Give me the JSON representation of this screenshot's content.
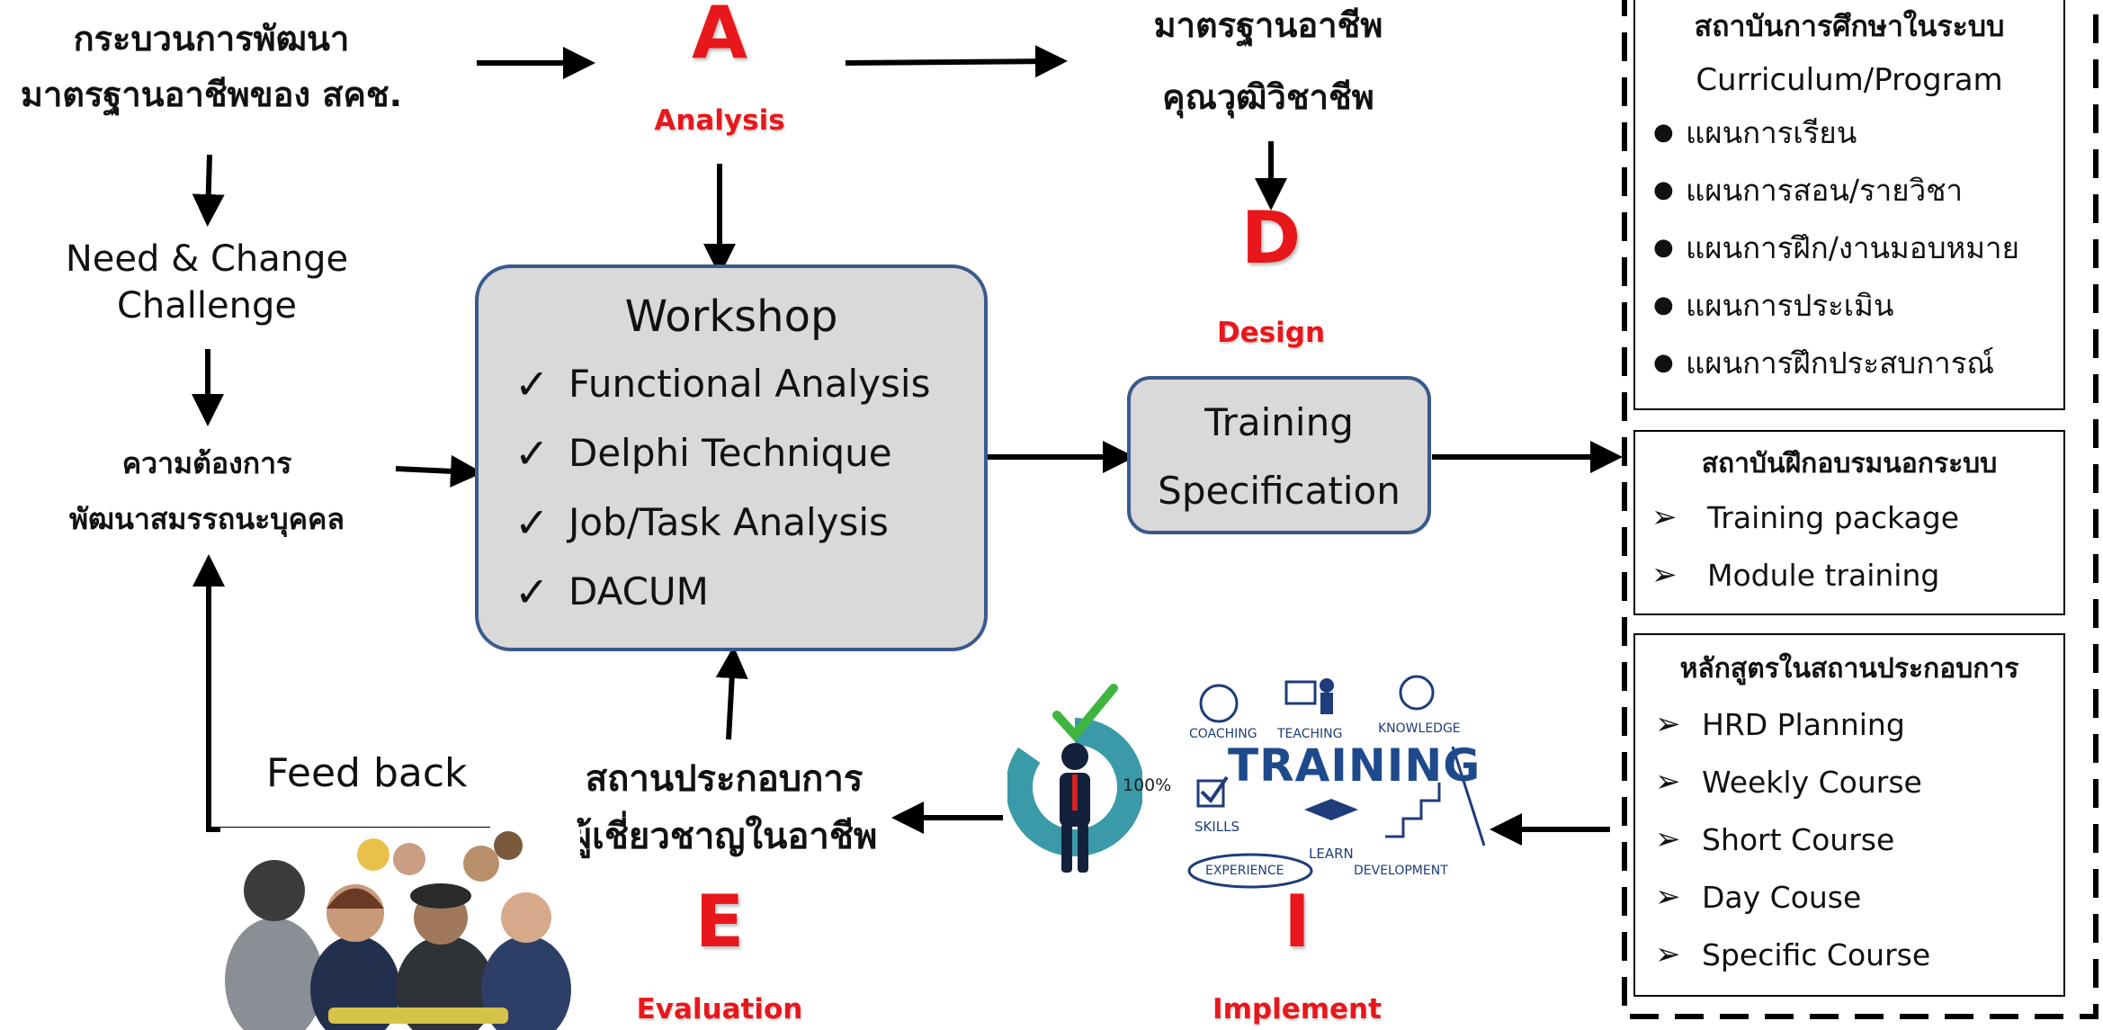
{
  "top_left": {
    "line1": "กระบวนการพัฒนา",
    "line2": "มาตรฐานอาชีพของ สคช."
  },
  "need_change": {
    "line1": "Need & Change",
    "line2": "Challenge"
  },
  "demand": {
    "line1": "ความต้องการ",
    "line2": "พัฒนาสมรรถนะบุคคล"
  },
  "feedback": "Feed back",
  "phases": {
    "analysis": {
      "letter": "A",
      "label": "Analysis"
    },
    "design": {
      "letter": "D",
      "label": "Design"
    },
    "evaluation": {
      "letter": "E",
      "label": "Evaluation"
    },
    "implement": {
      "letter": "I",
      "label": "Implement"
    }
  },
  "standard": {
    "line1": "มาตรฐานอาชีพ",
    "line2": "คุณวุฒิวิชาชีพ"
  },
  "workshop": {
    "title": "Workshop",
    "items": [
      "Functional Analysis",
      "Delphi Technique",
      "Job/Task Analysis",
      "DACUM"
    ]
  },
  "training_spec": {
    "line1": "Training",
    "line2": "Specification"
  },
  "workplace": {
    "line1": "สถานประกอบการ",
    "line2": "ผู้เชี่ยวชาญในอาชีพ"
  },
  "gauge": {
    "percent": "100%"
  },
  "training_graphic": {
    "word": "TRAINING",
    "tags": [
      "COACHING",
      "TEACHING",
      "KNOWLEDGE",
      "SKILLS",
      "LEARN",
      "EXPERIENCE",
      "DEVELOPMENT"
    ]
  },
  "panel_formal": {
    "title1": "สถาบันการศึกษาในระบบ",
    "title2": "Curriculum/Program",
    "items": [
      "แผนการเรียน",
      "แผนการสอน/รายวิชา",
      "แผนการฝึก/งานมอบหมาย",
      "แผนการประเมิน",
      "แผนการฝึกประสบการณ์"
    ]
  },
  "panel_nonformal": {
    "title": "สถาบันฝึกอบรมนอกระบบ",
    "items": [
      "Training package",
      "Module training"
    ]
  },
  "panel_enterprise": {
    "title": "หลักสูตรในสถานประกอบการ",
    "items": [
      "HRD Planning",
      "Weekly Course",
      "Short Course",
      "Day Couse",
      "Specific Course"
    ]
  },
  "colors": {
    "red": "#e8171b",
    "box_fill": "#d9d9d9",
    "box_border": "#3a5a8c",
    "teal": "#3a9aa8",
    "navy": "#1e3d7a"
  }
}
